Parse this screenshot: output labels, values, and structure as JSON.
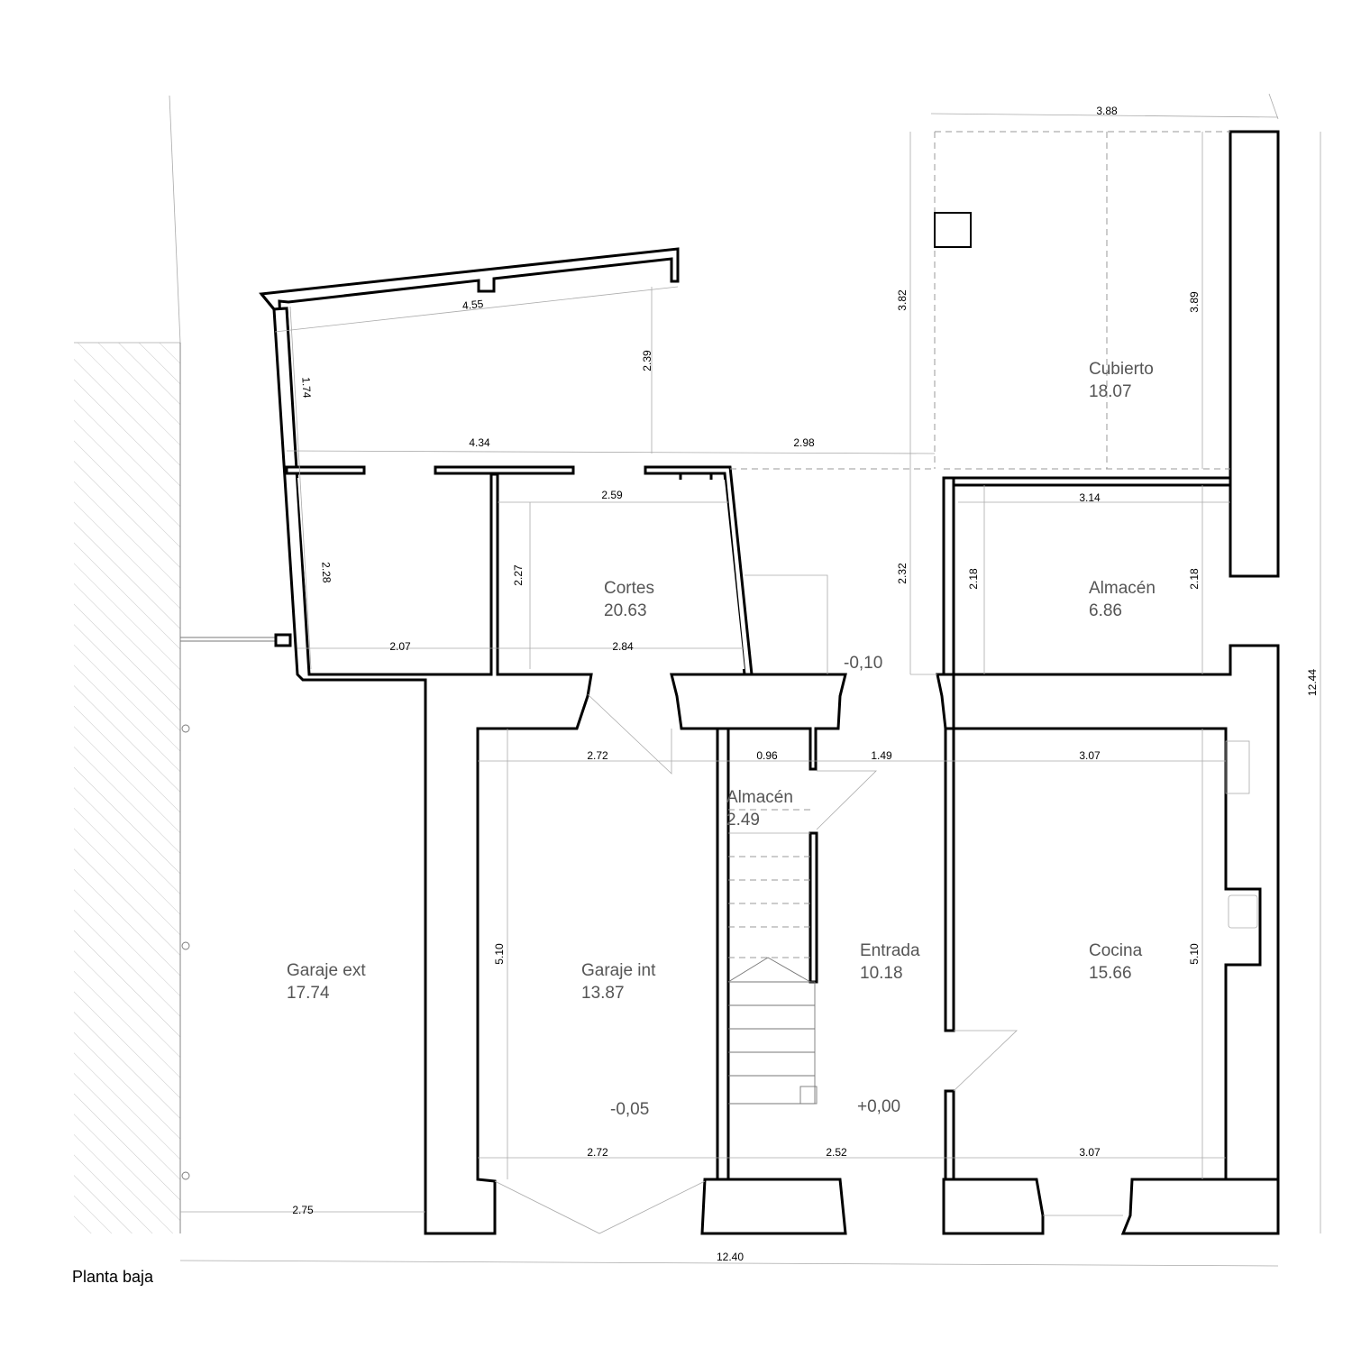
{
  "drawing": {
    "title": "Planta baja",
    "rooms": {
      "garaje_ext": {
        "name": "Garaje ext",
        "area": "17.74"
      },
      "garaje_int": {
        "name": "Garaje int",
        "area": "13.87"
      },
      "cortes": {
        "name": "Cortes",
        "area": "20.63"
      },
      "almacen_small": {
        "name": "Almacén",
        "area": "2.49"
      },
      "entrada": {
        "name": "Entrada",
        "area": "10.18"
      },
      "cocina": {
        "name": "Cocina",
        "area": "15.66"
      },
      "almacen": {
        "name": "Almacén",
        "area": "6.86"
      },
      "cubierto": {
        "name": "Cubierto",
        "area": "18.07"
      }
    },
    "levels": {
      "patio": "-0,10",
      "garaje": "-0,05",
      "entrada": "+0,00"
    },
    "dimensions": {
      "d455": "4.55",
      "d239": "2.39",
      "d174": "1.74",
      "d434": "4.34",
      "d298": "2.98",
      "d388": "3.88",
      "d382": "3.82",
      "d389": "3.89",
      "d259": "2.59",
      "d228": "2.28",
      "d227": "2.27",
      "d232": "2.32",
      "d314": "3.14",
      "d218a": "2.18",
      "d218b": "2.18",
      "d207": "2.07",
      "d284": "2.84",
      "d272a": "2.72",
      "d096": "0.96",
      "d149": "1.49",
      "d307a": "3.07",
      "d510a": "5.10",
      "d510b": "5.10",
      "d272b": "2.72",
      "d252": "2.52",
      "d307b": "3.07",
      "d275": "2.75",
      "d1240": "12.40",
      "d1244": "12.44"
    }
  }
}
